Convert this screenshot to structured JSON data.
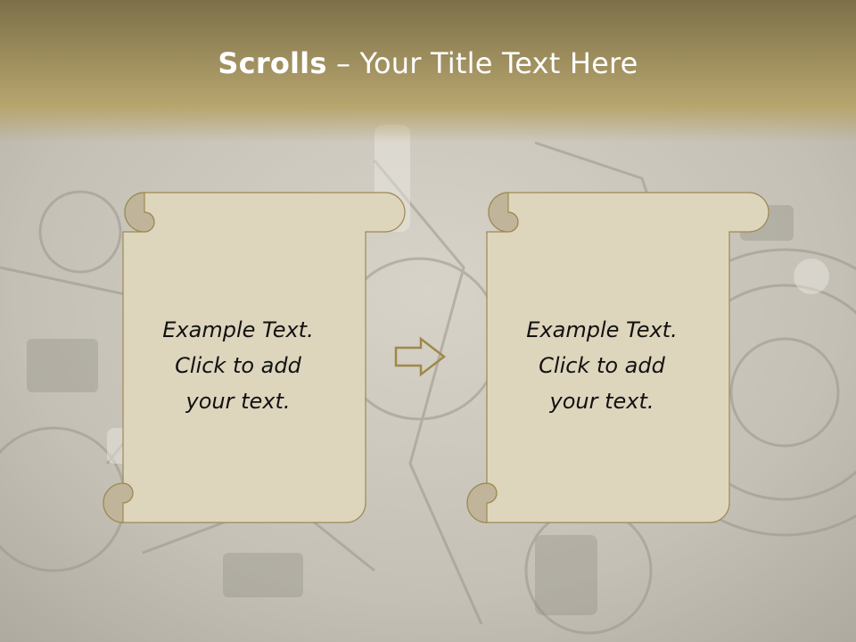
{
  "slide": {
    "title_bold": "Scrolls",
    "title_rest": " – Your Title Text Here"
  },
  "scrolls": [
    {
      "line1": "Example Text.",
      "line2": "Click  to add",
      "line3": "your text."
    },
    {
      "line1": "Example Text.",
      "line2": "Click  to add",
      "line3": "your text."
    }
  ],
  "colors": {
    "header_top": "#7d7049",
    "header_bottom": "#b8a66f",
    "scroll_fill": "#ded5bd",
    "scroll_shadow": "#c0b59a",
    "scroll_stroke": "#9d8a52",
    "arrow_stroke": "#a08848"
  },
  "icons": {
    "arrow": "right-arrow-icon"
  }
}
